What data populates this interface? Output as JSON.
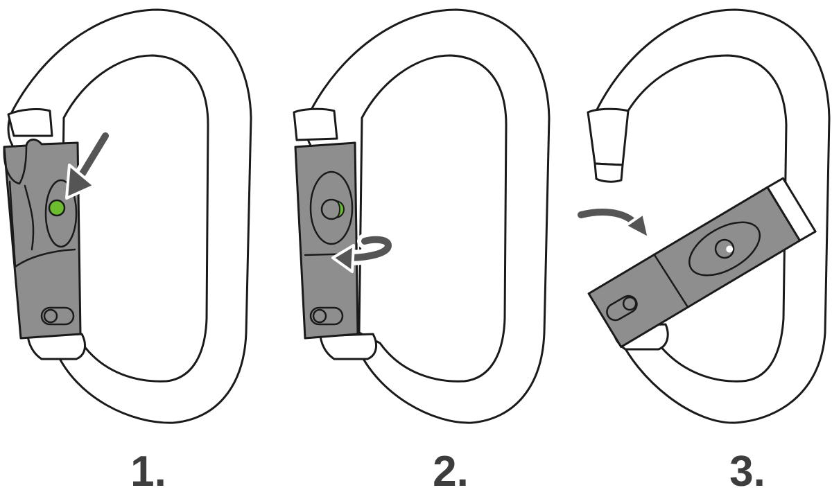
{
  "steps": [
    {
      "label": "1."
    },
    {
      "label": "2."
    },
    {
      "label": "3."
    }
  ],
  "colors": {
    "outline": "#1a1a1a",
    "gate": "#8e8e8e",
    "arrow": "#555555",
    "indicator": "#6dbe2f",
    "label": "#3d3d3d",
    "background": "#ffffff"
  },
  "icons": [
    "press-arrow-icon",
    "rotate-arrow-icon",
    "swing-open-arrow-icon",
    "green-indicator-icon"
  ]
}
